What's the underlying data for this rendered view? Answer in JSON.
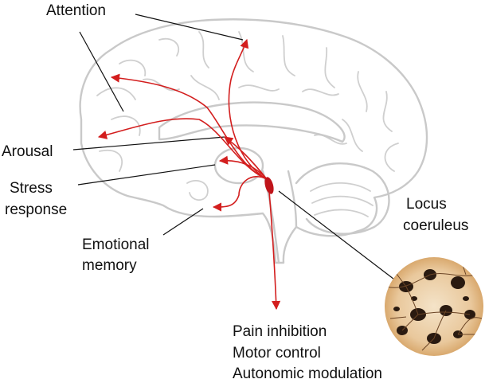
{
  "labels": {
    "attention": "Attention",
    "arousal": "Arousal",
    "stress": [
      "Stress",
      "response"
    ],
    "emotional_memory": [
      "Emotional",
      "memory"
    ],
    "locus_coeruleus": [
      "Locus",
      "coeruleus"
    ],
    "outputs": [
      "Pain inhibition",
      "Motor control",
      "Autonomic modulation"
    ]
  },
  "colors": {
    "projection": "#d31e1e",
    "brain_outline": "#c9c9c9",
    "pointer_line": "#111111"
  }
}
